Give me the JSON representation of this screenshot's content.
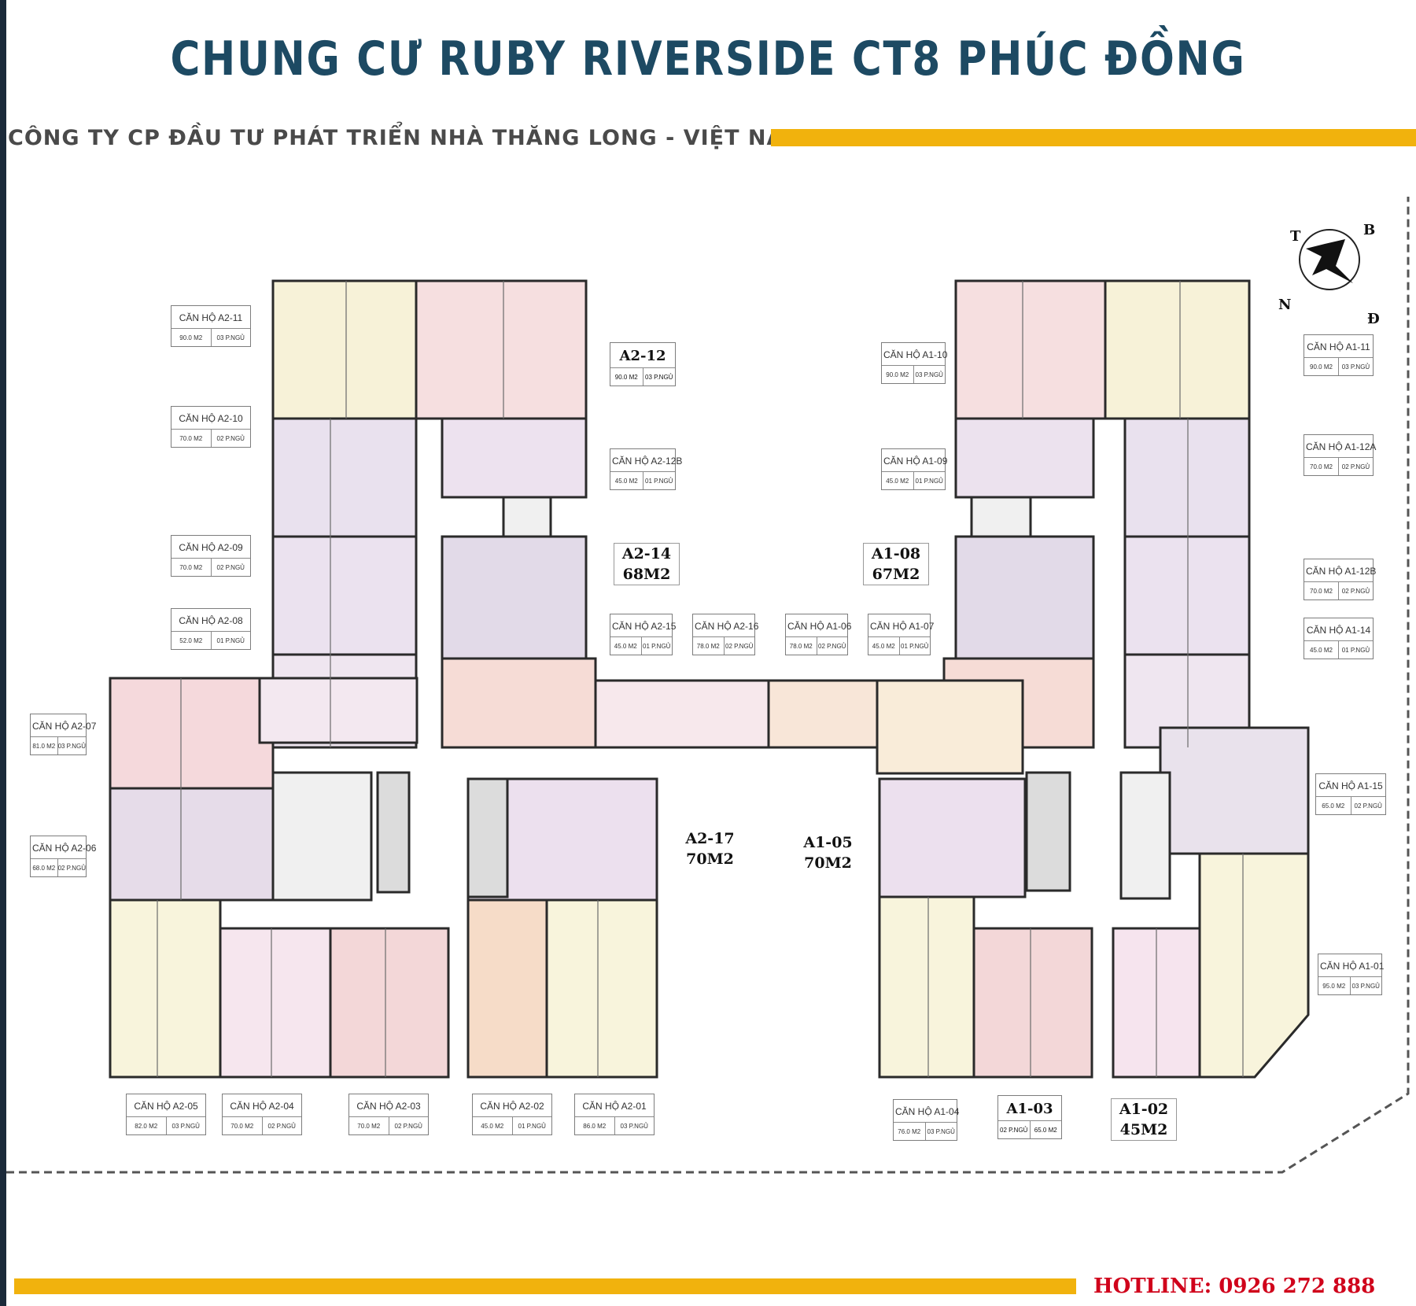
{
  "header": {
    "title": "CHUNG CƯ RUBY RIVERSIDE CT8 PHÚC ĐỒNG",
    "subtitle": "CÔNG TY CP ĐẦU TƯ PHÁT TRIỂN NHÀ THĂNG LONG - VIỆT NAM"
  },
  "footer": {
    "hotline": "HOTLINE: 0926 272 888"
  },
  "compass": {
    "north": "B",
    "south": "N",
    "east": "Đ",
    "west": "T"
  },
  "colors": {
    "title": "#1d4a63",
    "accent_gold": "#f1b20d",
    "hotline": "#d0021b",
    "wall": "#2a2a2a"
  },
  "units": {
    "a2_11": {
      "name": "CĂN HỘ A2-11",
      "area": "90.0 M2",
      "rooms": "03 P.NGỦ"
    },
    "a2_12": {
      "name": "A2-12",
      "area": "90.0 M2",
      "rooms": "03 P.NGỦ"
    },
    "a2_10": {
      "name": "CĂN HỘ A2-10",
      "area": "70.0 M2",
      "rooms": "02 P.NGỦ"
    },
    "a2_12b": {
      "name": "CĂN HỘ A2-12B",
      "area": "45.0 M2",
      "rooms": "01 P.NGỦ"
    },
    "a2_09": {
      "name": "CĂN HỘ A2-09",
      "area": "70.0 M2",
      "rooms": "02 P.NGỦ"
    },
    "a2_14": {
      "name": "A2-14",
      "size": "68M2"
    },
    "a2_08": {
      "name": "CĂN HỘ A2-08",
      "area": "52.0 M2",
      "rooms": "01 P.NGỦ"
    },
    "a2_15": {
      "name": "CĂN HỘ A2-15",
      "area": "45.0 M2",
      "rooms": "01 P.NGỦ"
    },
    "a2_16": {
      "name": "CĂN HỘ A2-16",
      "area": "78.0 M2",
      "rooms": "02 P.NGỦ"
    },
    "a1_06": {
      "name": "CĂN HỘ A1-06",
      "area": "78.0 M2",
      "rooms": "02 P.NGỦ"
    },
    "a1_07": {
      "name": "CĂN HỘ A1-07",
      "area": "45.0 M2",
      "rooms": "01 P.NGỦ"
    },
    "a2_07": {
      "name": "CĂN HỘ A2-07",
      "area": "81.0 M2",
      "rooms": "03 P.NGỦ"
    },
    "a2_06": {
      "name": "CĂN HỘ A2-06",
      "area": "68.0 M2",
      "rooms": "02 P.NGỦ"
    },
    "a2_17": {
      "name": "A2-17",
      "size": "70M2"
    },
    "a1_05": {
      "name": "A1-05",
      "size": "70M2"
    },
    "a2_05": {
      "name": "CĂN HỘ A2-05",
      "area": "82.0 M2",
      "rooms": "03 P.NGỦ"
    },
    "a2_04": {
      "name": "CĂN HỘ A2-04",
      "area": "70.0 M2",
      "rooms": "02 P.NGỦ"
    },
    "a2_03": {
      "name": "CĂN HỘ A2-03",
      "area": "70.0 M2",
      "rooms": "02 P.NGỦ"
    },
    "a2_02": {
      "name": "CĂN HỘ A2-02",
      "area": "45.0 M2",
      "rooms": "01 P.NGỦ"
    },
    "a2_01": {
      "name": "CĂN HỘ A2-01",
      "area": "86.0 M2",
      "rooms": "03 P.NGỦ"
    },
    "a1_10": {
      "name": "CĂN HỘ A1-10",
      "area": "90.0 M2",
      "rooms": "03 P.NGỦ"
    },
    "a1_11": {
      "name": "CĂN HỘ A1-11",
      "area": "90.0 M2",
      "rooms": "03 P.NGỦ"
    },
    "a1_09": {
      "name": "CĂN HỘ A1-09",
      "area": "45.0 M2",
      "rooms": "01 P.NGỦ"
    },
    "a1_12a": {
      "name": "CĂN HỘ A1-12A",
      "area": "70.0 M2",
      "rooms": "02 P.NGỦ"
    },
    "a1_08": {
      "name": "A1-08",
      "size": "67M2"
    },
    "a1_12b": {
      "name": "CĂN HỘ A1-12B",
      "area": "70.0 M2",
      "rooms": "02 P.NGỦ"
    },
    "a1_14": {
      "name": "CĂN HỘ A1-14",
      "area": "45.0 M2",
      "rooms": "01 P.NGỦ"
    },
    "a1_15": {
      "name": "CĂN HỘ A1-15",
      "area": "65.0 M2",
      "rooms": "02 P.NGỦ"
    },
    "a1_01": {
      "name": "CĂN HỘ A1-01",
      "area": "95.0 M2",
      "rooms": "03 P.NGỦ"
    },
    "a1_04": {
      "name": "CĂN HỘ A1-04",
      "area": "76.0 M2",
      "rooms": "03 P.NGỦ"
    },
    "a1_03": {
      "name": "A1-03",
      "rooms": "02 P.NGỦ",
      "area": "65.0 M2"
    },
    "a1_02": {
      "name": "A1-02",
      "size": "45M2"
    }
  }
}
